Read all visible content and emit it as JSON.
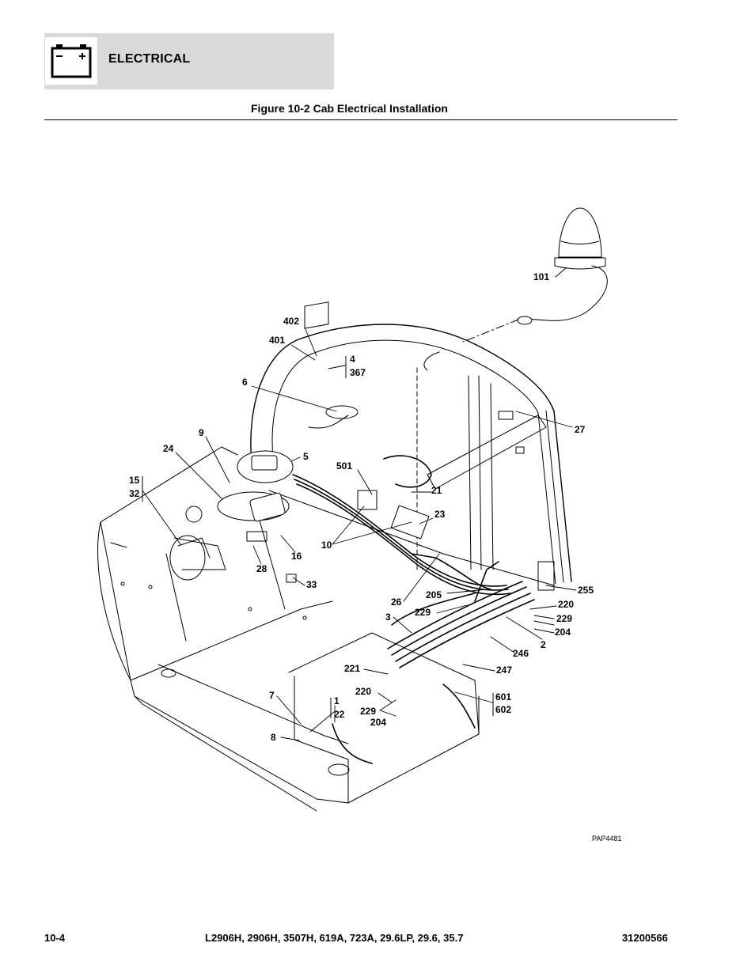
{
  "header": {
    "section": "ELECTRICAL",
    "battery_icon": "battery-icon"
  },
  "figure": {
    "title": "Figure 10-2 Cab Electrical Installation",
    "ref": "PAP4481"
  },
  "callouts": {
    "c101": "101",
    "c402": "402",
    "c401": "401",
    "c4": "4",
    "c367": "367",
    "c6": "6",
    "c27": "27",
    "c9": "9",
    "c24": "24",
    "c5": "5",
    "c501": "501",
    "c15": "15",
    "c32": "32",
    "c21": "21",
    "c23": "23",
    "c10": "10",
    "c28": "28",
    "c16": "16",
    "c33": "33",
    "c255": "255",
    "c205": "205",
    "c26": "26",
    "c220a": "220",
    "c229a": "229",
    "c229b": "229",
    "c204a": "204",
    "c3": "3",
    "c2": "2",
    "c246": "246",
    "c221": "221",
    "c247": "247",
    "c7": "7",
    "c220b": "220",
    "c1": "1",
    "c601": "601",
    "c602": "602",
    "c229c": "229",
    "c22": "22",
    "c204b": "204",
    "c8": "8"
  },
  "footer": {
    "page": "10-4",
    "models": "L2906H, 2906H, 3507H, 619A, 723A, 29.6LP, 29.6, 35.7",
    "doc_number": "31200566"
  }
}
